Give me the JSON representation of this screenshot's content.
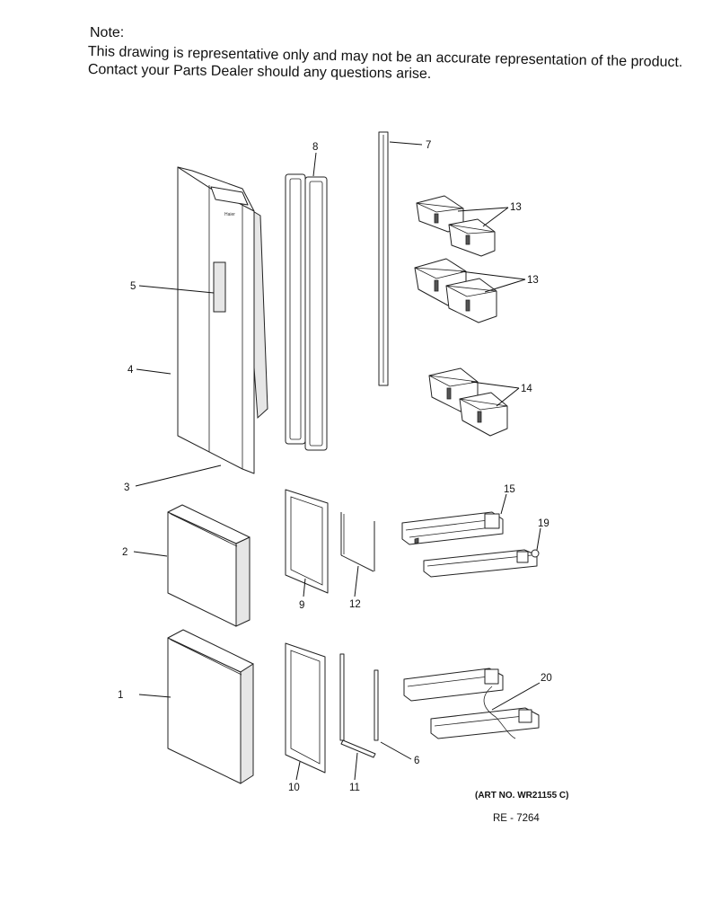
{
  "note": {
    "heading": "Note:",
    "line1": "This drawing is representative only and may not be an accurate representation of the product.",
    "line2": "Contact your Parts Dealer should any questions arise."
  },
  "callouts": [
    "1",
    "2",
    "3",
    "4",
    "5",
    "6",
    "7",
    "8",
    "9",
    "10",
    "11",
    "12",
    "13",
    "13",
    "14",
    "15",
    "19",
    "20"
  ],
  "art_no": "(ART NO. WR21155 C)",
  "ref_code": "RE - 7264"
}
